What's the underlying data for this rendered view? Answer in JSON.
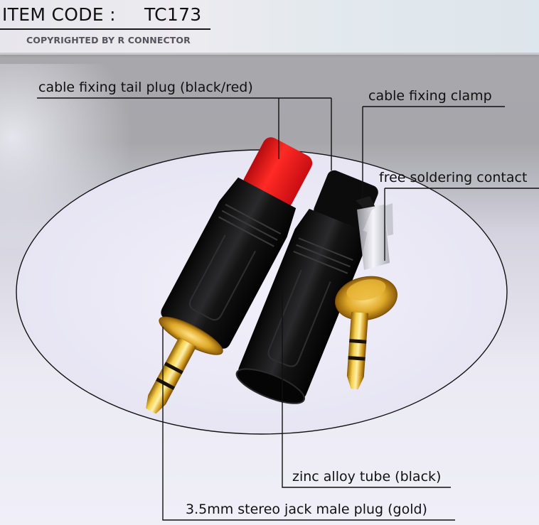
{
  "header": {
    "item_code_label": "ITEM CODE :",
    "item_code_value": "TC173",
    "copyright": "COPYRIGHTED BY R CONNECTOR"
  },
  "product": {
    "name": "3.5mm stereo jack male plug",
    "components": [
      {
        "id": "tail-plug",
        "label": "cable fixing tail plug (black/red)"
      },
      {
        "id": "clamp",
        "label": "cable fixing clamp"
      },
      {
        "id": "contact",
        "label": "free soldering contact"
      },
      {
        "id": "tube",
        "label": "zinc alloy tube (black)"
      },
      {
        "id": "jack",
        "label": "3.5mm stereo jack male plug (gold)"
      }
    ]
  },
  "colors": {
    "tail_red": "#e8121a",
    "housing_black": "#111111",
    "gold": "#d9a520",
    "line": "#111111"
  }
}
